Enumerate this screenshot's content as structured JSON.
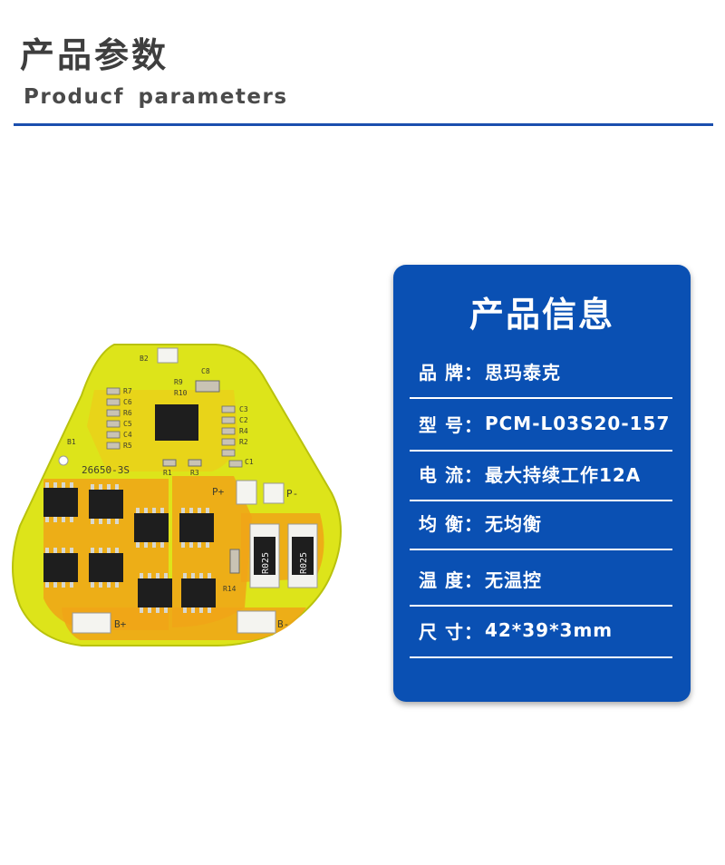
{
  "header": {
    "title_cn": "产品参数",
    "title_en": "Producf parameters",
    "rule_color": "#1b4fae"
  },
  "board": {
    "labels": {
      "b2": "B2",
      "c8": "C8",
      "r9": "R9",
      "r10": "R10",
      "r7": "R7",
      "c6": "C6",
      "r6": "R6",
      "c5": "C5",
      "c4": "C4",
      "r5": "R5",
      "c3": "C3",
      "c2": "C2",
      "r4": "R4",
      "r2": "R2",
      "c1": "C1",
      "b1": "B1",
      "r1": "R1",
      "r3": "R3",
      "model_silk": "26650-3S",
      "p_plus": "P+",
      "p_minus": "P-",
      "b_plus": "B+",
      "b_minus": "B-",
      "r14": "R14",
      "resistor_1": "R025",
      "resistor_2": "R025"
    },
    "colors": {
      "pcb": "#dde41a",
      "copper": "#f0a418",
      "chip": "#1e1e1e"
    }
  },
  "info_card": {
    "title": "产品信息",
    "background": "#0a50b3",
    "rows": [
      {
        "label": "品  牌：",
        "value": "思玛泰克"
      },
      {
        "label": "型  号：",
        "value": "PCM-L03S20-157"
      },
      {
        "label": "电  流：",
        "value": "最大持续工作12A"
      },
      {
        "label": "均  衡：",
        "value": "无均衡"
      },
      {
        "label": "温  度：",
        "value": "无温控"
      },
      {
        "label": "尺  寸：",
        "value": "42*39*3mm"
      }
    ]
  }
}
